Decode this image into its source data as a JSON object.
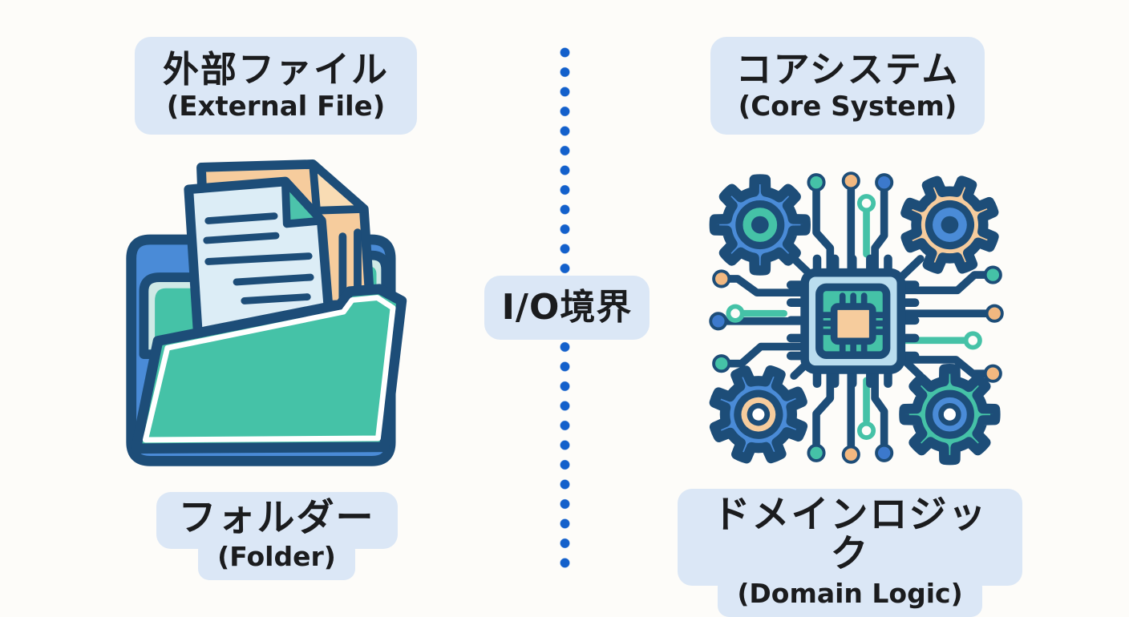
{
  "left_panel": {
    "title_jp": "外部ファイル",
    "title_en": "(External File)",
    "caption_jp": "フォルダー",
    "caption_en": "(Folder)",
    "icon": "folder-with-documents-icon"
  },
  "right_panel": {
    "title_jp": "コアシステム",
    "title_en": "(Core System)",
    "caption_jp": "ドメインロジック",
    "caption_en": "(Domain Logic)",
    "icon": "cpu-gears-circuit-icon"
  },
  "divider": {
    "label": "I/O境界",
    "style": "vertical-dotted-line",
    "dot_color": "#1360cb"
  },
  "palette": {
    "background": "#fdfcf9",
    "label_bg": "#dbe7f6",
    "text": "#1b1c1e",
    "navy_outline": "#1d4d78",
    "blue": "#4a8bd7",
    "teal": "#45c2a7",
    "peach": "#f6cc9d",
    "doc_light_blue": "#dcedf6",
    "chip_light_blue": "#b9ddef",
    "dot_orange": "#f2b880",
    "dot_blue": "#3c79cc"
  }
}
